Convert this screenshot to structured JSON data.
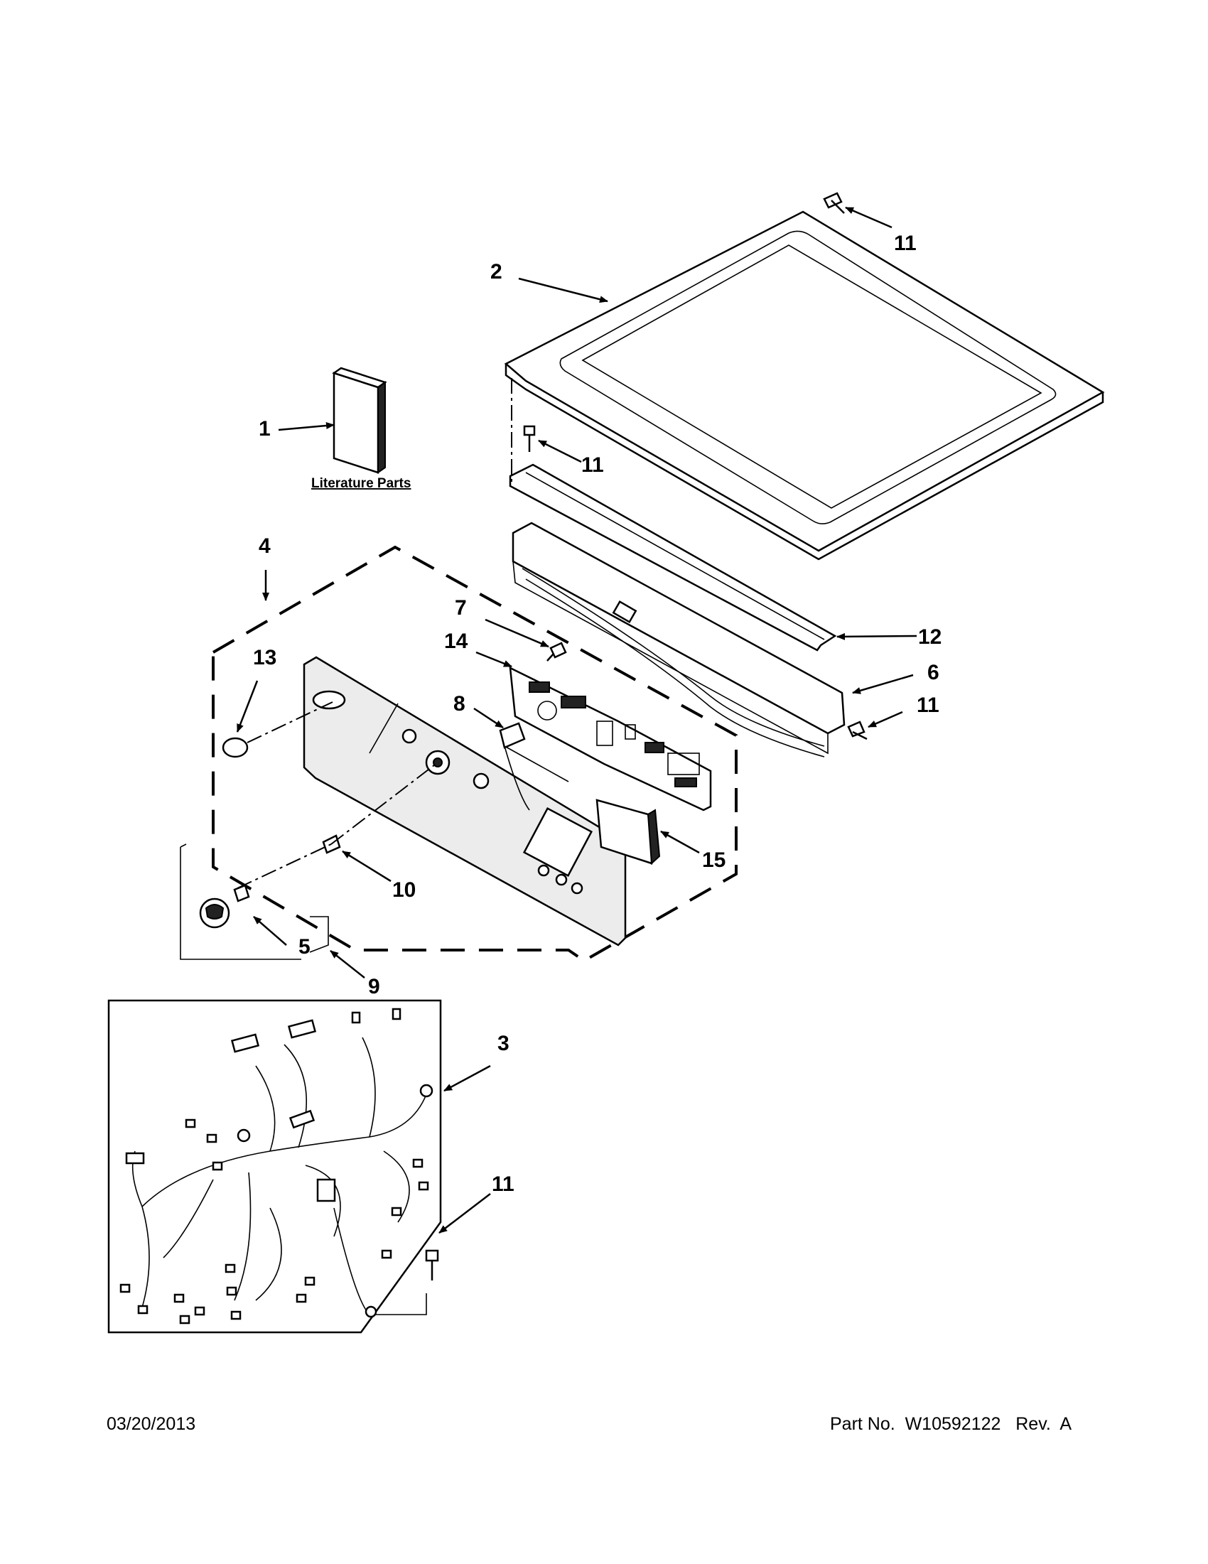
{
  "callouts": {
    "c1": "1",
    "c2": "2",
    "c3": "3",
    "c4": "4",
    "c5": "5",
    "c6": "6",
    "c7": "7",
    "c8": "8",
    "c9": "9",
    "c10": "10",
    "c11a": "11",
    "c11b": "11",
    "c11c": "11",
    "c11d": "11",
    "c12": "12",
    "c13": "13",
    "c14": "14",
    "c15": "15"
  },
  "literature_label": "Literature Parts",
  "footer": {
    "date": "03/20/2013",
    "part": "Part No.  W10592122   Rev.  A"
  }
}
